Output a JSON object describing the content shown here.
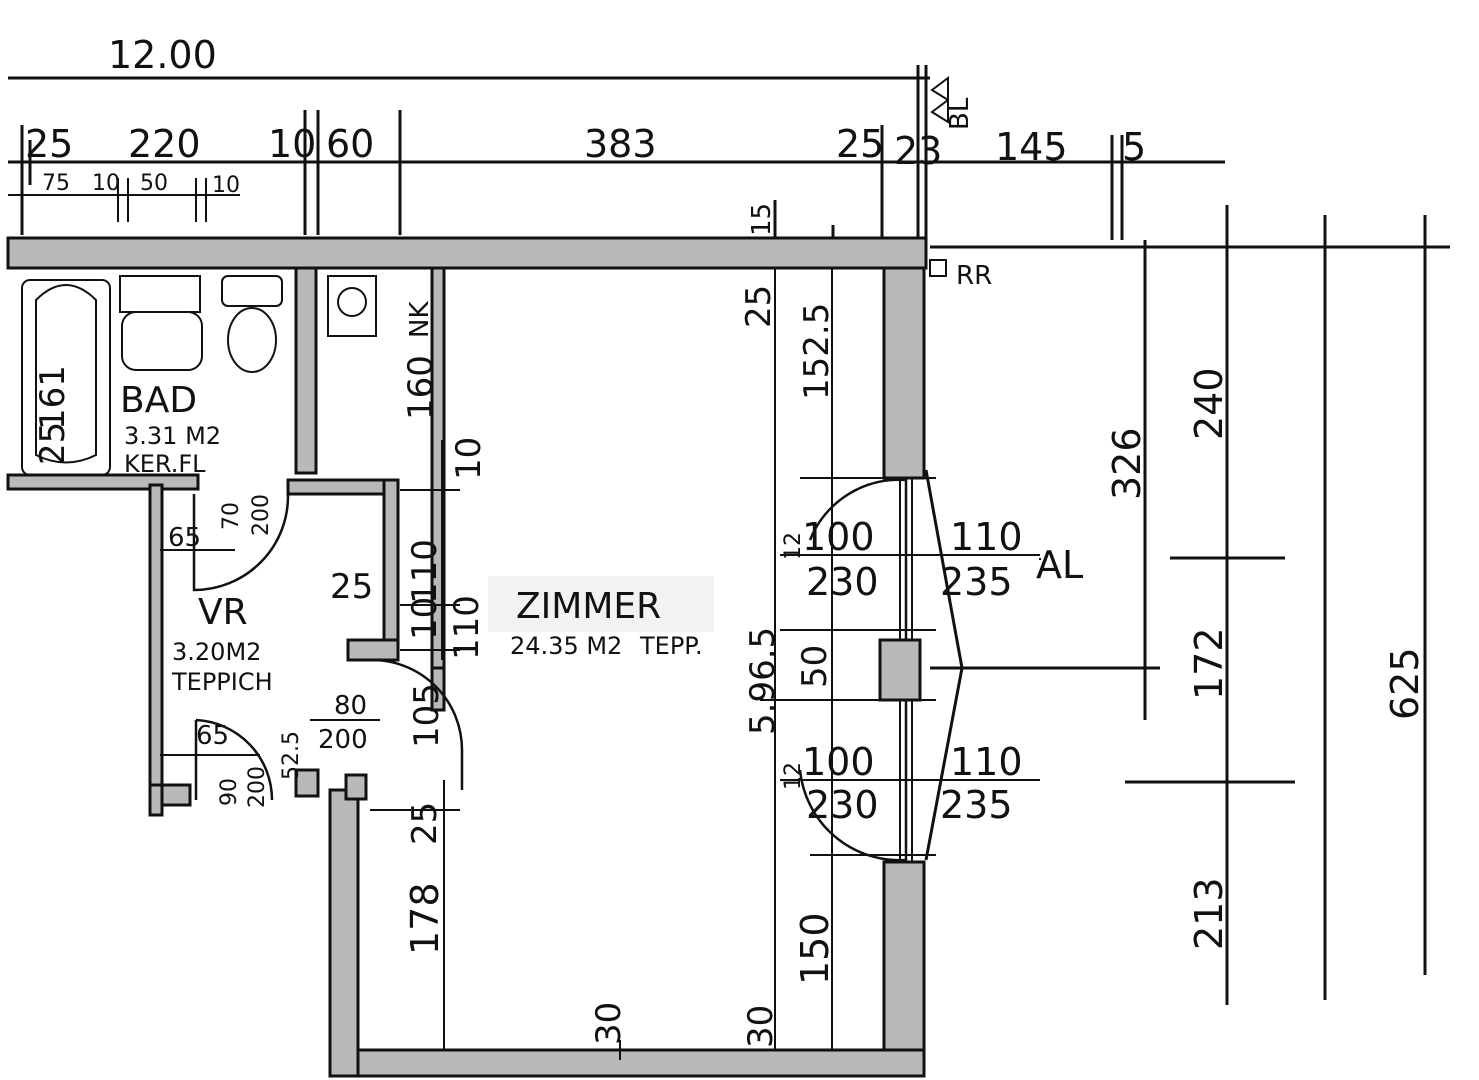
{
  "dimensions": {
    "total_width": "12.00",
    "top_row": [
      "25",
      "220",
      "10",
      "60",
      "383",
      "25",
      "23",
      "145",
      "5"
    ],
    "bath_row": [
      "75",
      "10",
      "50",
      "10"
    ],
    "right_column_a": [
      "326",
      "172",
      "213"
    ],
    "right_column_b": [
      "240",
      "625"
    ],
    "inner": {
      "d15": "15",
      "d25_top": "25",
      "d152": "152.5",
      "d160": "160",
      "d10a": "10",
      "d110a": "110",
      "d10b": "10",
      "d110b": "110",
      "d10c": "10",
      "d25_closet": "25",
      "d105": "105",
      "d25_lower": "25",
      "d178": "178",
      "d596": "5.96.5",
      "d50": "50",
      "d150": "150",
      "d30a": "30",
      "d30b": "30",
      "d161": "161",
      "d25_bath": "25",
      "d70": "70",
      "d200a": "200",
      "d65a": "65",
      "d65b": "65",
      "d90": "90",
      "d200b": "200",
      "d52": "52.5",
      "d80": "80",
      "d200c": "200"
    },
    "windows": {
      "upper_l": "100",
      "upper_lb": "230",
      "upper_r": "110",
      "upper_rb": "235",
      "upper_tag": "12",
      "lower_l": "100",
      "lower_lb": "230",
      "lower_r": "110",
      "lower_rb": "235",
      "lower_tag": "12"
    }
  },
  "labels": {
    "bl": "BL",
    "rr": "RR",
    "al": "AL",
    "nk": "NK"
  },
  "rooms": {
    "bad": {
      "name": "BAD",
      "area": "3.31 M2",
      "floor": "KER.FL"
    },
    "vr": {
      "name": "VR",
      "area": "3.20M2",
      "floor": "TEPPICH"
    },
    "zimmer": {
      "name": "ZIMMER",
      "area": "24.35 M2",
      "floor": "TEPP."
    }
  },
  "colors": {
    "ink": "#111111",
    "wall_fill": "#b9b9b9",
    "paper": "#ffffff"
  }
}
